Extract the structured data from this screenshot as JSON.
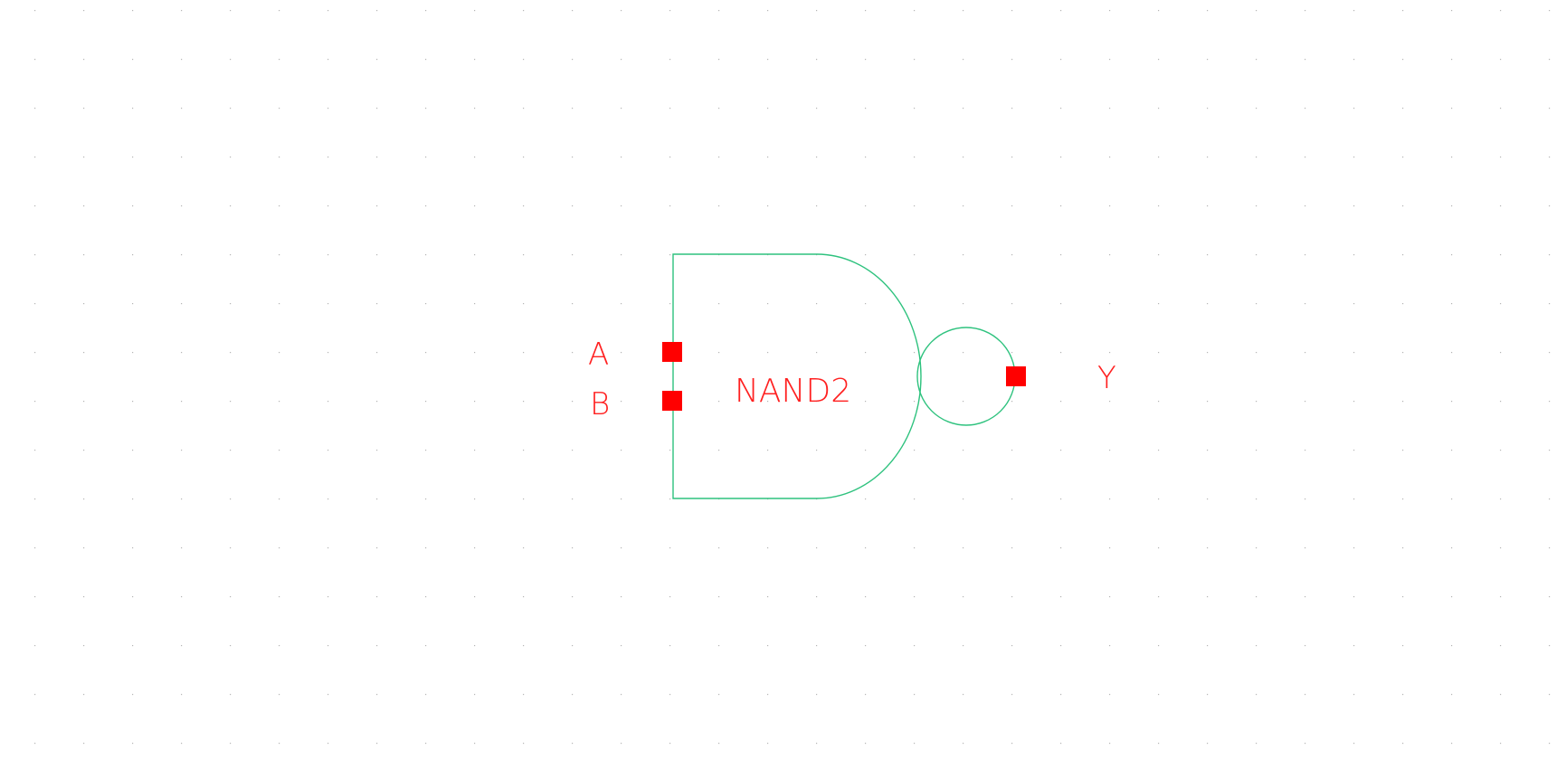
{
  "symbol": {
    "cell_name": "NAND2",
    "pins": {
      "input_a": "A",
      "input_b": "B",
      "output_y": "Y"
    }
  },
  "colors": {
    "background": "#ffffff",
    "grid": "#b5b5b5",
    "outline": "#2ec27e",
    "pin": "#ff0000",
    "label": "#ff2020"
  }
}
